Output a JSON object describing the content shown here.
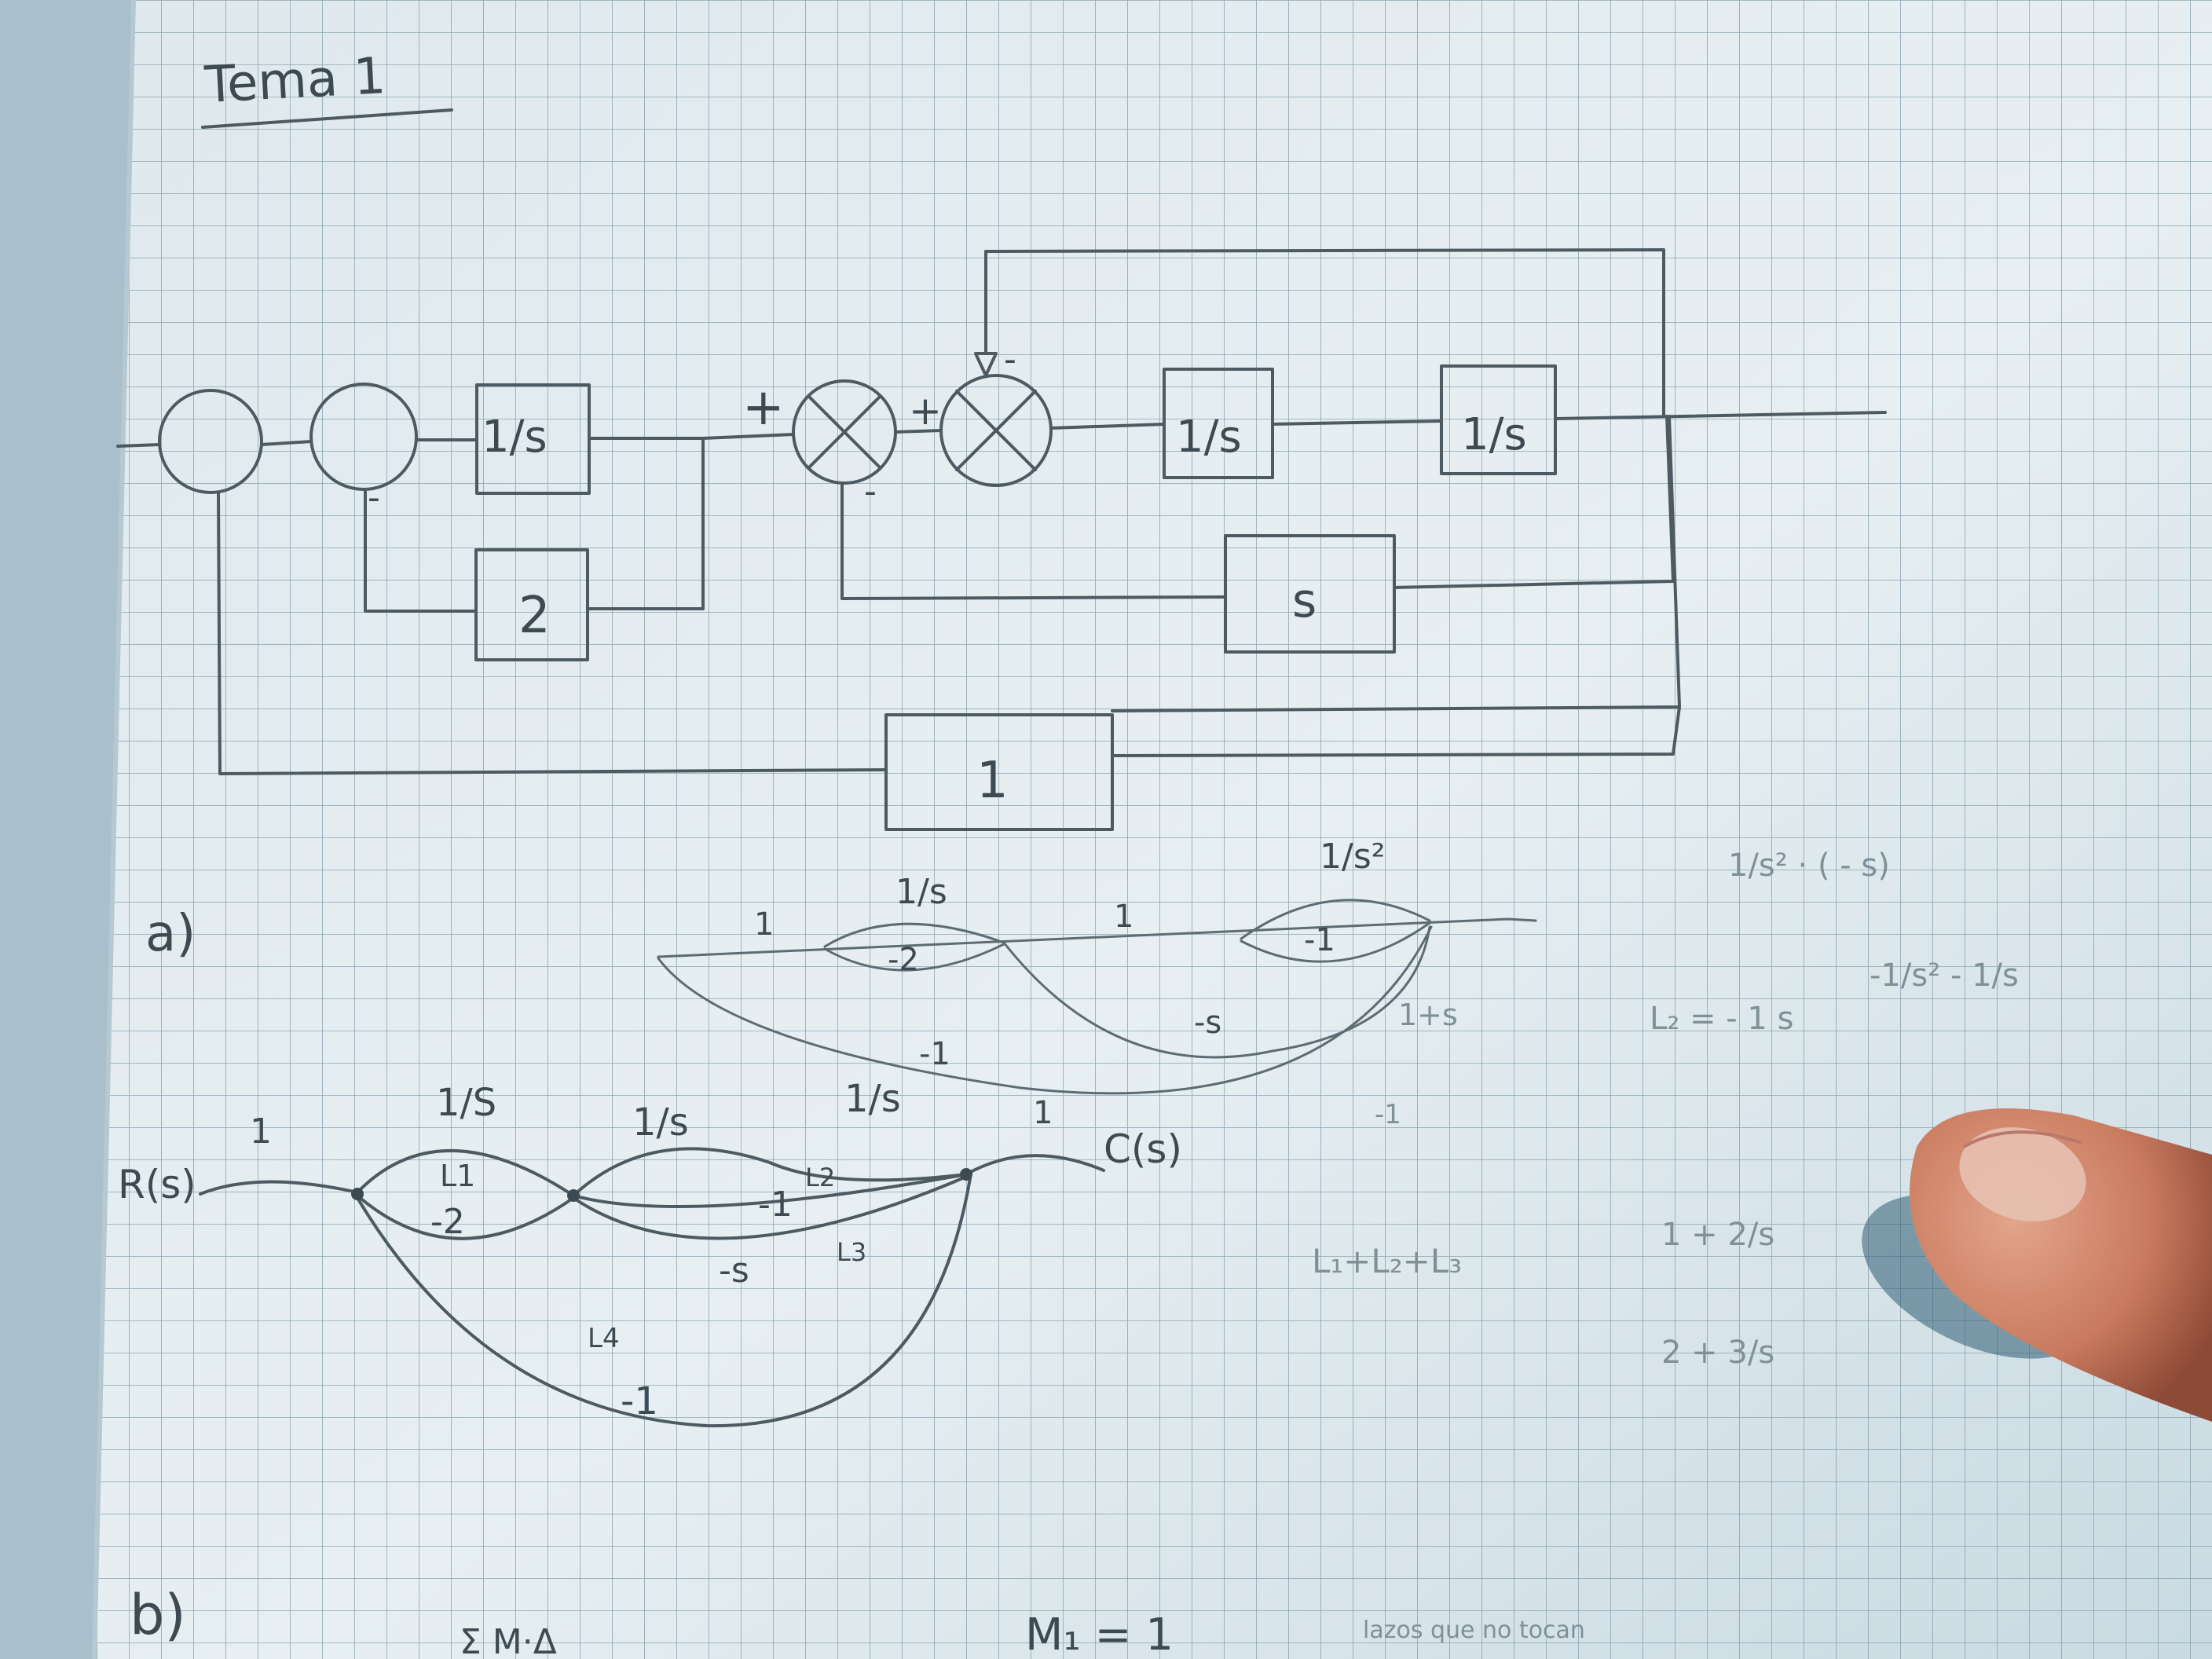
{
  "title": "Tema 1",
  "block_diagram": {
    "block_1_label": "1/s",
    "block_2_label": "2",
    "block_3_label": "1/s",
    "block_4_label": "1/s",
    "block_5_label": "s",
    "block_6_label": "1",
    "sign_plus_1": "+",
    "sign_plus_2": "+",
    "sign_minus_1": "-",
    "sign_minus_2": "-",
    "sign_minus_3": "-"
  },
  "part_a": {
    "marker": "a)",
    "labels": [
      "1",
      "1/s",
      "-2",
      "1",
      "1/s²",
      "-1",
      "-s",
      "-1",
      "1+s",
      "-1"
    ],
    "side_notes": [
      "1/s² · ( - s)",
      "-1/s² - 1/s",
      "L₂ = - 1 s"
    ]
  },
  "signal_flow": {
    "input_label": "R(s)",
    "output_label": "C(s)",
    "branch_labels": [
      "1",
      "1/S",
      "1/s",
      "1/s",
      "1",
      "L1",
      "-2",
      "L2",
      "-1",
      "L3",
      "-s",
      "L4",
      "-1"
    ]
  },
  "right_notes": [
    "L₁+L₂+L₃",
    "1 + 2/s",
    "2 + 3/s"
  ],
  "part_b": {
    "marker": "b)",
    "formula_left": "Σ M·Δ",
    "formula_right": "M₁ = 1",
    "note": "lazos que no tocan"
  }
}
